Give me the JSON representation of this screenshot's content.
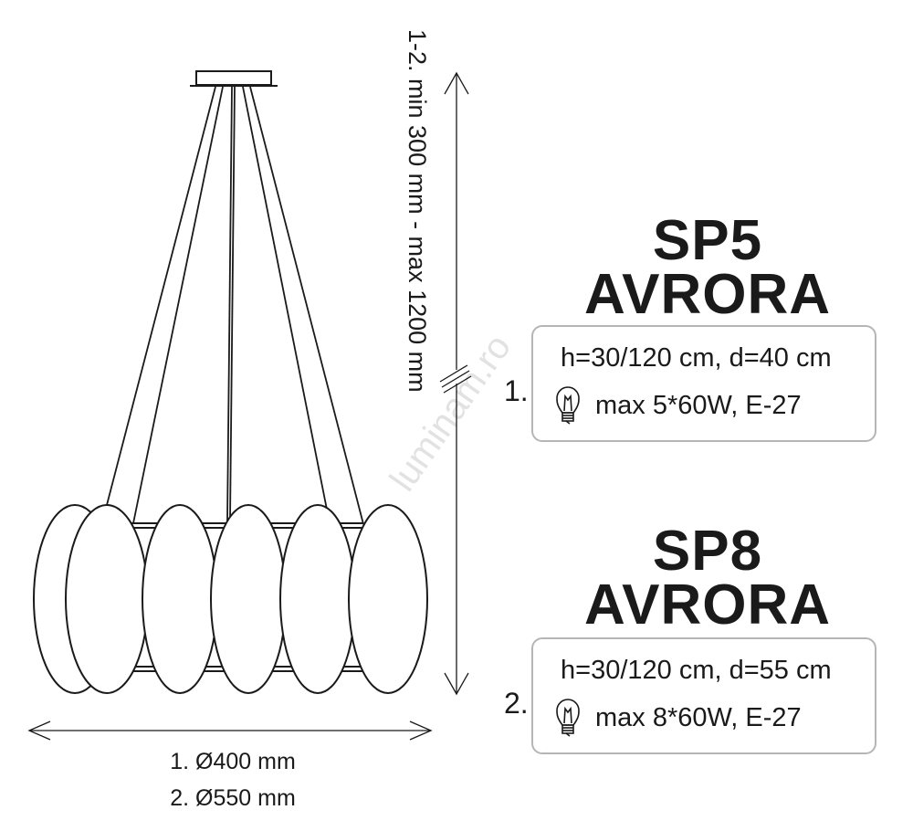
{
  "dimensions": {
    "height_label": "1-2. min 300 mm - max 1200 mm",
    "diameter_1": "1. Ø400 mm",
    "diameter_2": "2. Ø550 mm"
  },
  "products": [
    {
      "code": "SP5",
      "name": "AVRORA",
      "index": "1.",
      "size": "h=30/120 cm, d=40 cm",
      "power": "max 5*60W, E-27",
      "icon": "light-bulb-icon"
    },
    {
      "code": "SP8",
      "name": "AVRORA",
      "index": "2.",
      "size": "h=30/120 cm, d=55 cm",
      "power": "max 8*60W, E-27",
      "icon": "light-bulb-icon"
    }
  ],
  "watermark": "luminam.ro",
  "colors": {
    "line": "#1a1a1a",
    "box_border": "#b5b5b5",
    "watermark": "#e2e2e2"
  }
}
